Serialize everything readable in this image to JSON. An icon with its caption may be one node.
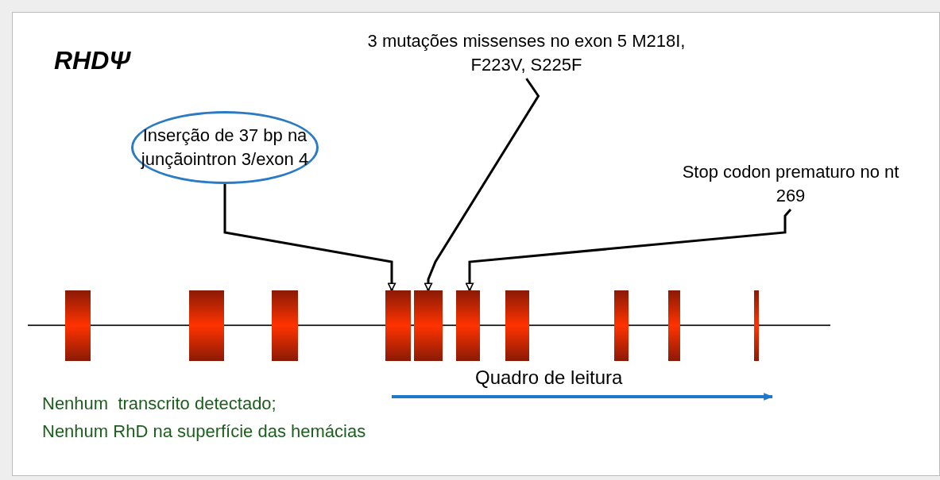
{
  "diagram": {
    "title": "RHDΨ",
    "nodes": [
      {
        "text": [
          "Inserção de 37 bp na junçãointron 3/exon 4"
        ]
      },
      {
        "text": [
          "3 mutações missenses no exon 5 M218I, F223V, S225F"
        ]
      },
      {
        "text": [
          "Stop codon prematuro no nt 269"
        ]
      },
      {
        "text": [],
        "shape": "bar"
      },
      {
        "text": [],
        "shape": "bar"
      },
      {
        "text": [],
        "shape": "bar"
      },
      {
        "text": [],
        "shape": "bar"
      },
      {
        "text": [],
        "shape": "bar"
      },
      {
        "text": [],
        "shape": "bar"
      },
      {
        "text": [],
        "shape": "bar"
      },
      {
        "text": [],
        "shape": "bar"
      },
      {
        "text": [],
        "shape": "bar"
      },
      {
        "text": [],
        "shape": "bar"
      }
    ],
    "edges": [
      {
        "from": 0,
        "to": 6,
        "arrow": "to"
      },
      {
        "from": 1,
        "to": 7,
        "arrow": "to"
      },
      {
        "from": 2,
        "to": 8,
        "arrow": "to"
      }
    ],
    "labels": [
      "Quadro de leitura",
      "Nenhum  transcrito detectado;",
      "Nenhum RhD na superfície das hemácias"
    ]
  }
}
